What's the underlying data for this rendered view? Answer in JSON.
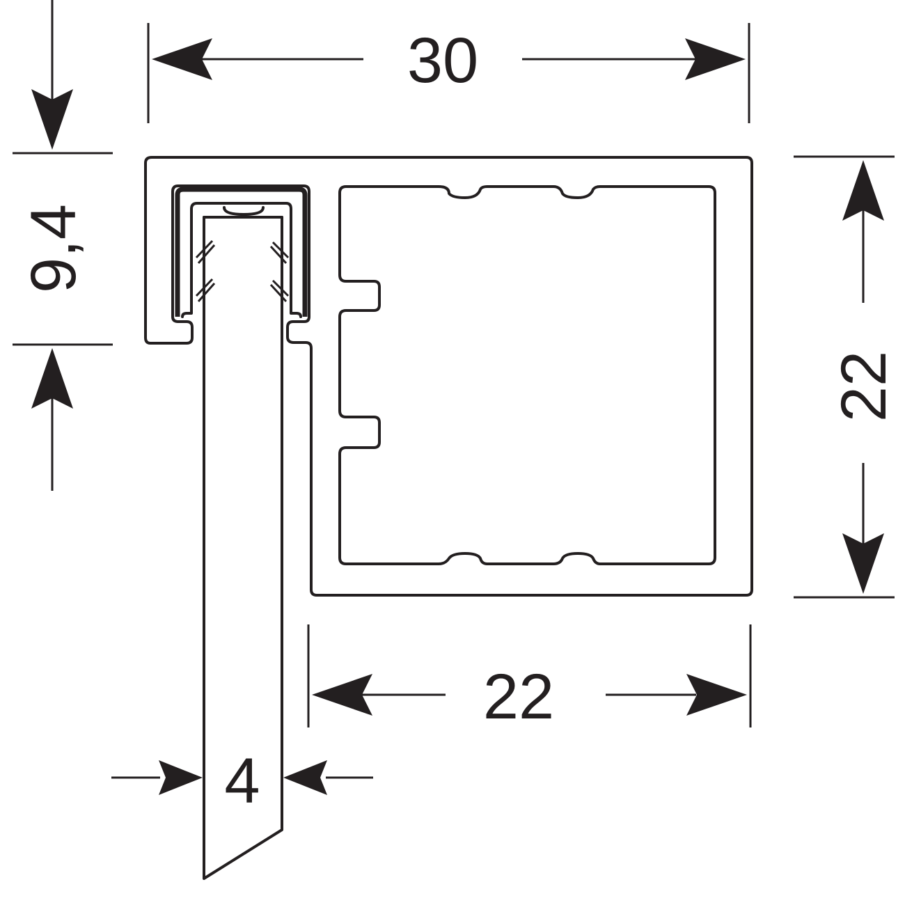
{
  "dimensions": {
    "overall_width": "30",
    "clip_height": "9,4",
    "tube_height": "22",
    "tube_width": "22",
    "blade_thickness": "4"
  },
  "colors": {
    "line": "#231f20",
    "background": "#ffffff"
  }
}
